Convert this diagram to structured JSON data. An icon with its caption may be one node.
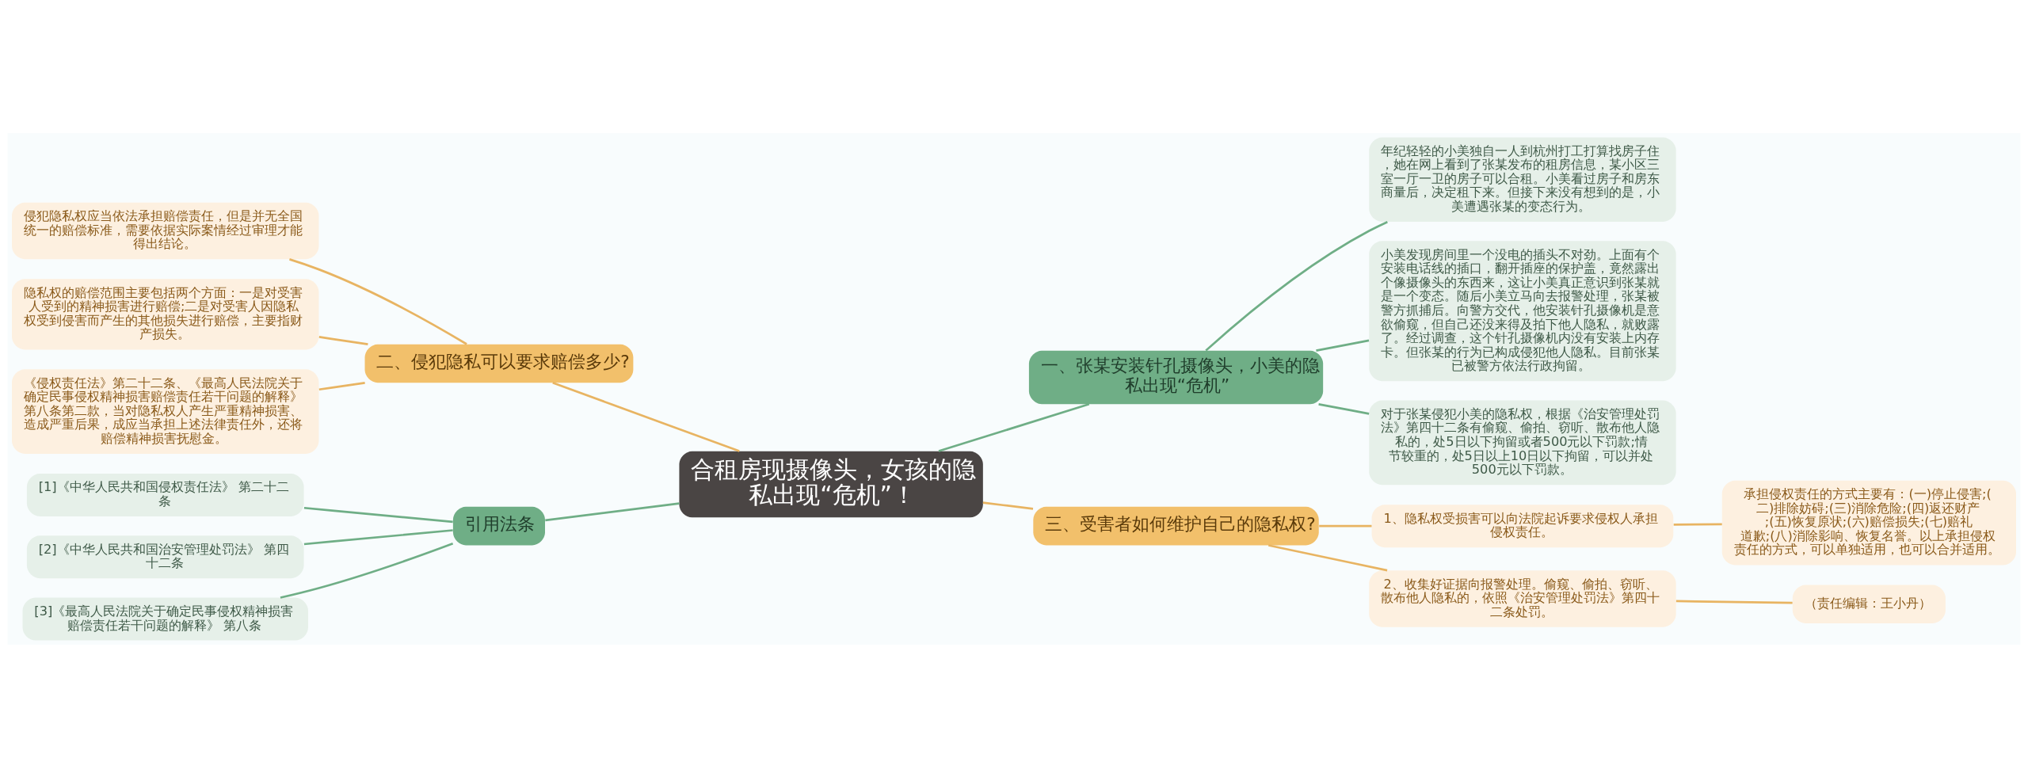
{
  "diagram": {
    "nodes": [
      {
        "text": [
          "合租房现摄像头，女孩的隐私出现“危机”！"
        ]
      },
      {
        "text": [
          "一、张某安装针孔摄像头，小美的隐私出现“危机”"
        ]
      },
      {
        "text": [
          "年纪轻轻的小美独自一人到杭州打工打算找房子住，她在网上看到了张某发布的租房信息，某小区三室一厅一卫的房子可以合租。小美看过房子和房东商量后，决定租下来。但接下来没有想到的是，小美遭遇张某的变态行为。"
        ]
      },
      {
        "text": [
          "小美发现房间里一个没电的插头不对劲。上面有个安装电话线的插口，翻开插座的保护盖，竟然露出个像摄像头的东西来，这让小美真正意识到张某就是一个变态。随后小美立马向去报警处理，张某被警方抓捕后。向警方交代，他安装针孔摄像机是意欲偷窥，但自己还没来得及拍下他人隐私，就败露了。经过调查，这个针孔摄像机内没有安装上内存卡。但张某的行为已构成侵犯他人隐私。目前张某已被警方依法行政拘留。"
        ]
      },
      {
        "text": [
          "对于张某侵犯小美的隐私权，根据《治安管理处罚法》第四十二条有偷窥、偷拍、窃听、散布他人隐私的，处5日以下拘留或者500元以下罚款;情节较重的，处5日以上10日以下拘留，可以并处500元以下罚款。"
        ]
      },
      {
        "text": [
          "二、侵犯隐私可以要求赔偿多少?"
        ]
      },
      {
        "text": [
          "侵犯隐私权应当依法承担赔偿责任，但是并无全国统一的赔偿标准，需要依据实际案情经过审理才能得出结论。"
        ]
      },
      {
        "text": [
          "隐私权的赔偿范围主要包括两个方面：一是对受害人受到的精神损害进行赔偿;二是对受害人因隐私权受到侵害而产生的其他损失进行赔偿，主要指财产损失。"
        ]
      },
      {
        "text": [
          "《侵权责任法》第二十二条、《最高人民法院关于确定民事侵权精神损害赔偿责任若干问题的解释》第八条第二款，当对隐私权人产生严重精神损害、造成严重后果，成应当承担上述法律责任外，还将赔偿精神损害抚慰金。"
        ]
      },
      {
        "text": [
          "引用法条"
        ]
      },
      {
        "text": [
          "[1]《中华人民共和国侵权责任法》 第二十二条"
        ]
      },
      {
        "text": [
          "[2]《中华人民共和国治安管理处罚法》 第四十二条"
        ]
      },
      {
        "text": [
          "[3]《最高人民法院关于确定民事侵权精神损害赔偿责任若干问题的解释》 第八条"
        ]
      },
      {
        "text": [
          "三、受害者如何维护自己的隐私权?"
        ]
      },
      {
        "text": [
          "1、隐私权受损害可以向法院起诉要求侵权人承担侵权责任。"
        ]
      },
      {
        "text": [
          "承担侵权责任的方式主要有：(一)停止侵害;(二)排除妨碍;(三)消除危险;(四)返还财产;(五)恢复原状;(六)赔偿损失;(七)赔礼道歉;(八)消除影响、恢复名誉。以上承担侵权责任的方式，可以单独适用，也可以合并适用。"
        ]
      },
      {
        "text": [
          "2、收集好证据向报警处理。偷窥、偷拍、窃听、散布他人隐私的，依照《治安管理处罚法》第四十二条处罚。"
        ]
      },
      {
        "text": [
          "（责任编辑：王小丹）"
        ]
      }
    ],
    "edges": [
      {
        "from": 0,
        "to": 1,
        "arrow": "none",
        "color": "#6fae86"
      },
      {
        "from": 1,
        "to": 2,
        "arrow": "none",
        "color": "#6fae86"
      },
      {
        "from": 1,
        "to": 3,
        "arrow": "none",
        "color": "#6fae86"
      },
      {
        "from": 1,
        "to": 4,
        "arrow": "none",
        "color": "#6fae86"
      },
      {
        "from": 0,
        "to": 5,
        "arrow": "none"
      },
      {
        "from": 5,
        "to": 6,
        "arrow": "none"
      },
      {
        "from": 5,
        "to": 7,
        "arrow": "none"
      },
      {
        "from": 5,
        "to": 8,
        "arrow": "none"
      },
      {
        "from": 0,
        "to": 9,
        "arrow": "none",
        "color": "#6fae86"
      },
      {
        "from": 9,
        "to": 10,
        "arrow": "none",
        "color": "#6fae86"
      },
      {
        "from": 9,
        "to": 11,
        "arrow": "none",
        "color": "#6fae86"
      },
      {
        "from": 9,
        "to": 12,
        "arrow": "none",
        "color": "#6fae86"
      },
      {
        "from": 0,
        "to": 13,
        "arrow": "none"
      },
      {
        "from": 13,
        "to": 14,
        "arrow": "none"
      },
      {
        "from": 14,
        "to": 15,
        "arrow": "none"
      },
      {
        "from": 13,
        "to": 16,
        "arrow": "none"
      },
      {
        "from": 16,
        "to": 17,
        "arrow": "none"
      }
    ]
  }
}
